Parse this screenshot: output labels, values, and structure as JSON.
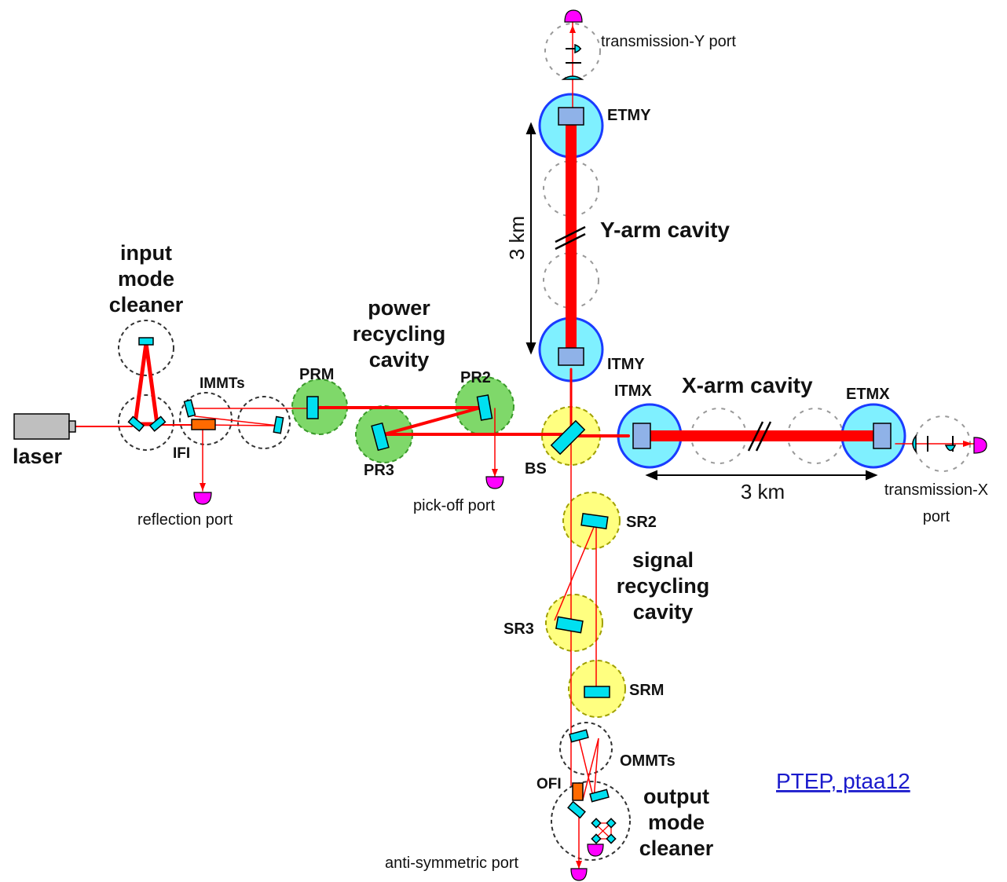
{
  "labels": {
    "laser": "laser",
    "imc": [
      "input",
      "mode",
      "cleaner"
    ],
    "immts": "IMMTs",
    "ifi": "IFI",
    "reflection_port": "reflection port",
    "prm": "PRM",
    "prc": [
      "power",
      "recycling",
      "cavity"
    ],
    "pr2": "PR2",
    "pr3": "PR3",
    "pickoff_port": "pick-off port",
    "bs": "BS",
    "itmy": "ITMY",
    "etmy": "ETMY",
    "itmx": "ITMX",
    "etmx": "ETMX",
    "y_arm": "Y-arm cavity",
    "x_arm": "X-arm cavity",
    "y_length": "3 km",
    "x_length": "3 km",
    "transmission_y": "transmission-Y port",
    "transmission_x": [
      "transmission-X",
      "port"
    ],
    "sr2": "SR2",
    "sr3": "SR3",
    "srm": "SRM",
    "src": [
      "signal",
      "recycling",
      "cavity"
    ],
    "ommts": "OMMTs",
    "ofi": "OFI",
    "omc": [
      "output",
      "mode",
      "cleaner"
    ],
    "as_port": "anti-symmetric port",
    "reference": "PTEP, ptaa12"
  },
  "colors": {
    "beam": "#ff0000",
    "mirror": "#00e0f0",
    "test_mass": "#8fb2e8",
    "arm_disk": "#7ff0ff",
    "arm_ring": "#1a3cff",
    "green": "#7fd86a",
    "yellow": "#ffff80",
    "isolator": "#ff6a00",
    "detector": "#ff00ff",
    "laser_body": "#bfbfbf"
  }
}
